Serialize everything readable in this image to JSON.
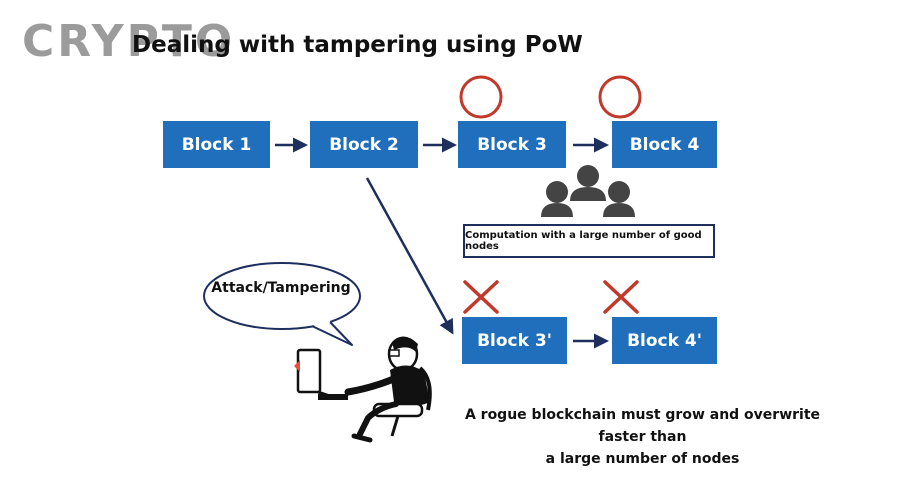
{
  "logo": {
    "text": "CRYPTO"
  },
  "title": "Dealing with tampering using PoW",
  "chain": {
    "blocks": [
      "Block 1",
      "Block 2",
      "Block 3",
      "Block 4"
    ],
    "rogue_blocks": [
      "Block 3'",
      "Block 4'"
    ]
  },
  "nodes_label": "Computation with a large number of good nodes",
  "attacker_speech": "Attack/Tampering",
  "caption_lines": [
    "A rogue blockchain must grow and overwrite faster than",
    "a large number of nodes"
  ],
  "colors": {
    "block": "#1f6fbd",
    "arrow": "#1e2f5e",
    "valid_mark": "#c0392b",
    "invalid_mark": "#c0392b",
    "people": "#444444"
  },
  "icons": {
    "valid": "circle-icon",
    "invalid": "cross-icon",
    "nodes": "people-group-icon",
    "attacker": "hacker-at-computer-icon"
  }
}
